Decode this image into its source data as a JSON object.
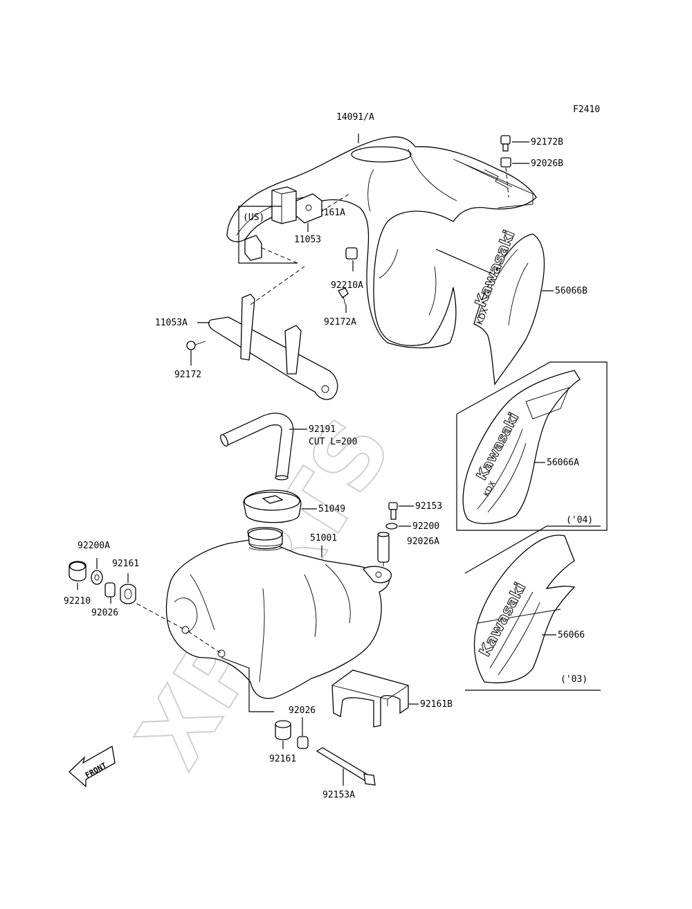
{
  "figure_code": "F2410",
  "watermark": "XPARTS",
  "front_label": "FRONT",
  "brand_text": "Kawasaki",
  "model_text": "KDX",
  "callouts": [
    {
      "id": "14091-A",
      "label": "14091/A"
    },
    {
      "id": "92172B",
      "label": "92172B"
    },
    {
      "id": "92026B",
      "label": "92026B"
    },
    {
      "id": "92161A",
      "label": "92161A"
    },
    {
      "id": "US",
      "label": "(US)"
    },
    {
      "id": "92210A",
      "label": "92210A"
    },
    {
      "id": "11053",
      "label": "11053"
    },
    {
      "id": "92172A",
      "label": "92172A"
    },
    {
      "id": "56066B",
      "label": "56066B"
    },
    {
      "id": "11053A",
      "label": "11053A"
    },
    {
      "id": "92172",
      "label": "92172"
    },
    {
      "id": "92191",
      "label": "92191"
    },
    {
      "id": "cut",
      "label": "CUT L=200"
    },
    {
      "id": "56066A",
      "label": "56066A"
    },
    {
      "id": "y04",
      "label": "('04)"
    },
    {
      "id": "51049",
      "label": "51049"
    },
    {
      "id": "92153",
      "label": "92153"
    },
    {
      "id": "92200",
      "label": "92200"
    },
    {
      "id": "92026A",
      "label": "92026A"
    },
    {
      "id": "51001",
      "label": "51001"
    },
    {
      "id": "92200A",
      "label": "92200A"
    },
    {
      "id": "92161-a",
      "label": "92161"
    },
    {
      "id": "92210",
      "label": "92210"
    },
    {
      "id": "92026-a",
      "label": "92026"
    },
    {
      "id": "56066",
      "label": "56066"
    },
    {
      "id": "y03",
      "label": "('03)"
    },
    {
      "id": "92161B",
      "label": "92161B"
    },
    {
      "id": "92026-b",
      "label": "92026"
    },
    {
      "id": "92161-b",
      "label": "92161"
    },
    {
      "id": "92153A",
      "label": "92153A"
    }
  ]
}
